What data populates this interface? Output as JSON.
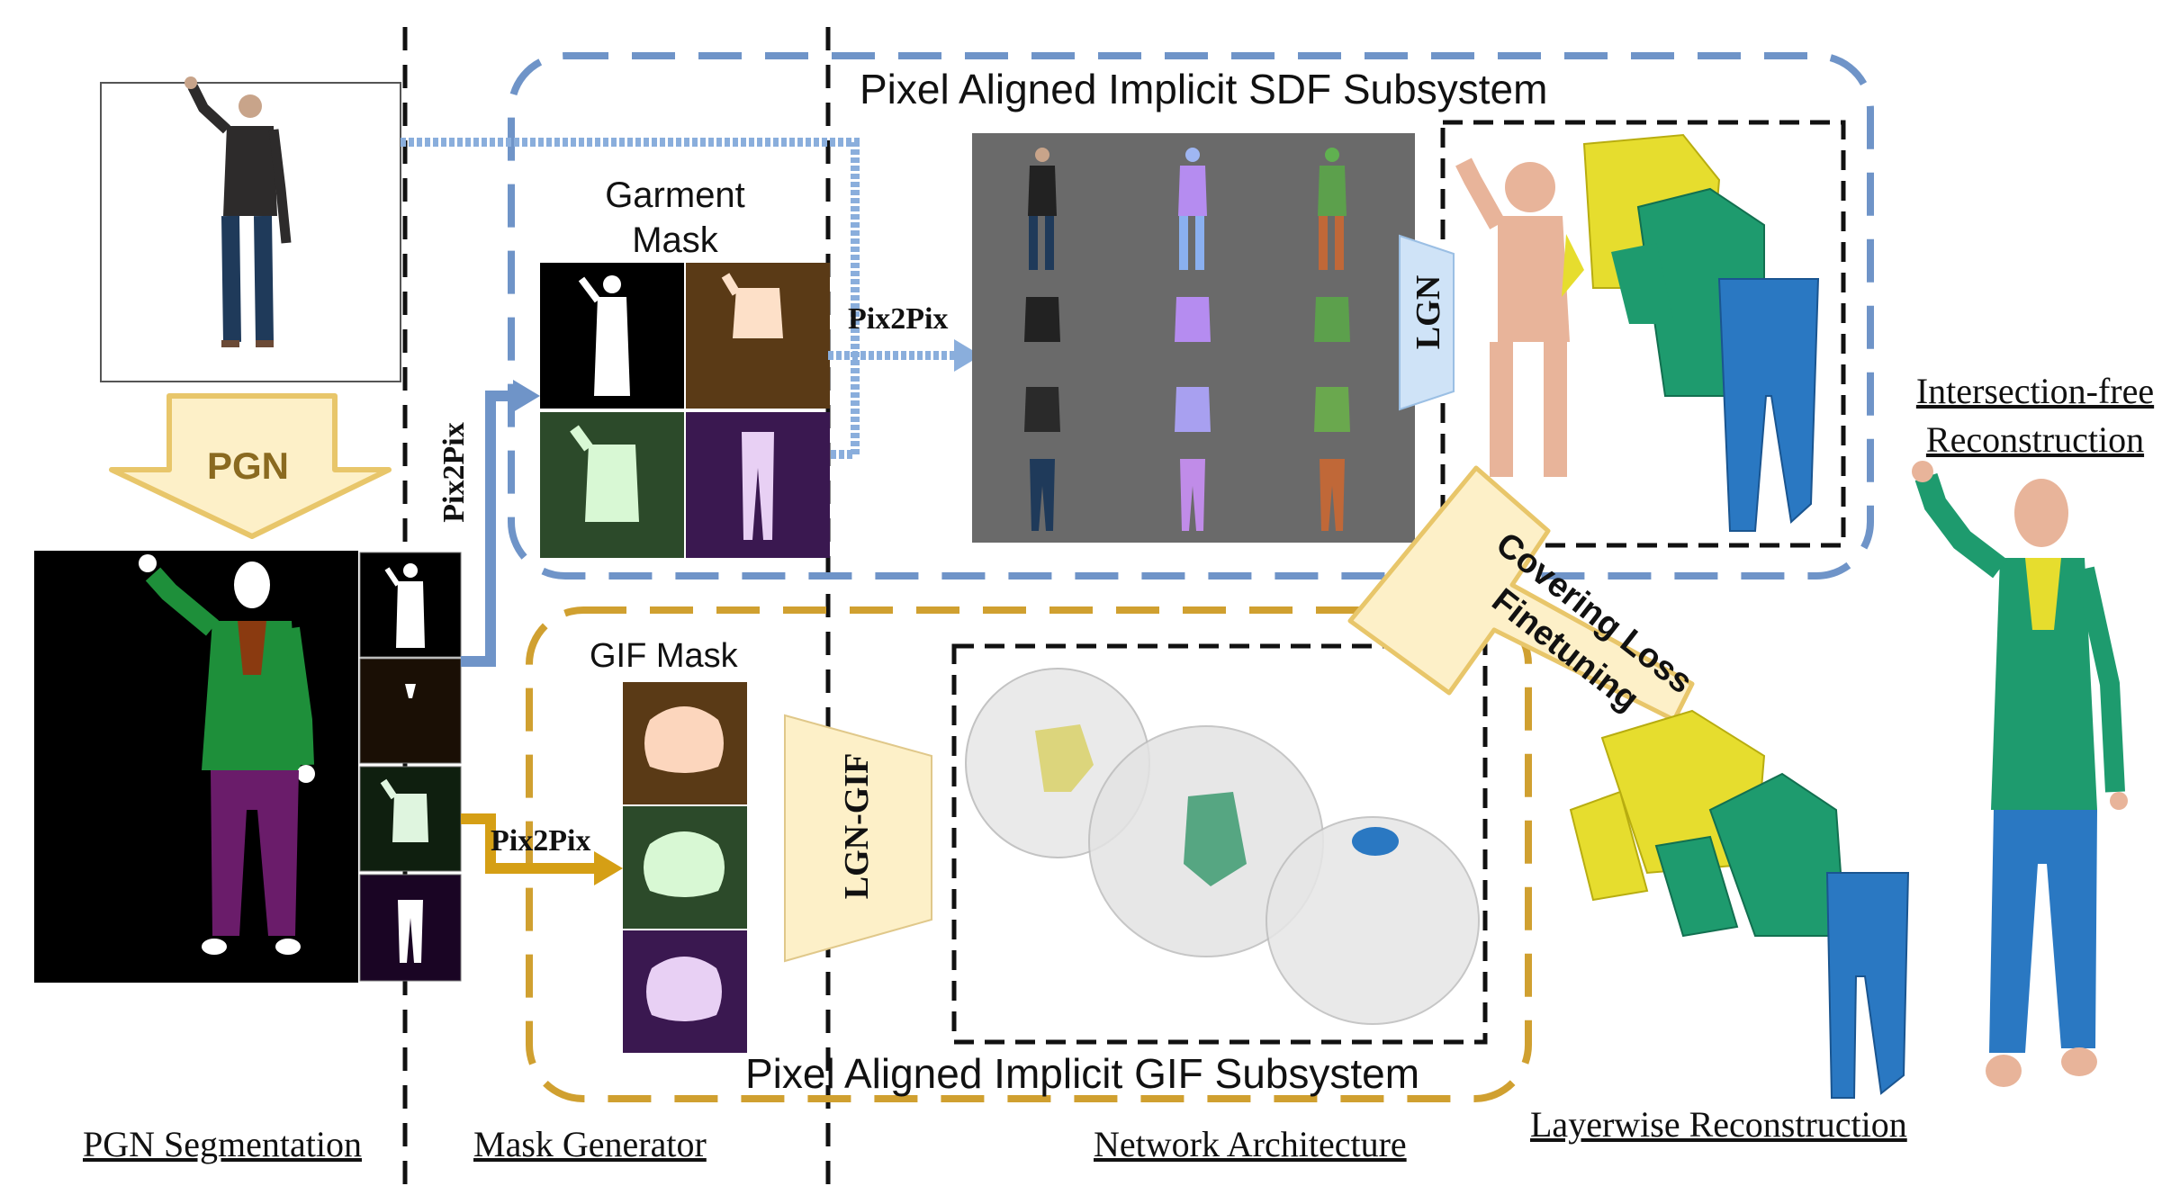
{
  "colors": {
    "sdf_box": "#6f94c8",
    "gif_box": "#d0a030",
    "pgn_arrow_fill": "#fdf0c8",
    "pgn_arrow_stroke": "#e8c66a",
    "lgn_fill": "#cfe3f7",
    "lgn_gif_fill": "#fdf0c8",
    "covering_fill": "#fdf0c8",
    "garment_yellow": "#e6dd2e",
    "garment_green": "#1e9b6e",
    "garment_blue": "#2a78c2",
    "skin": "#e8b49a"
  },
  "labels": {
    "sdf_title": "Pixel Aligned Implicit SDF Subsystem",
    "gif_title": "Pixel Aligned Implicit GIF Subsystem",
    "pgn": "PGN",
    "garment_mask": "Garment\nMask",
    "gif_mask": "GIF Mask",
    "pix2pix_top": "Pix2Pix",
    "pix2pix_vertical": "Pix2Pix",
    "pix2pix_bottom": "Pix2Pix",
    "lgn": "LGN",
    "lgn_gif": "LGN-GIF",
    "covering": "Covering Loss\nFinetuning",
    "intersection_free": "Intersection-free\nReconstruction",
    "layerwise": "Layerwise Reconstruction"
  },
  "captions": {
    "pgn_segmentation": "PGN Segmentation",
    "mask_generator": "Mask Generator",
    "network_architecture": "Network Architecture"
  }
}
